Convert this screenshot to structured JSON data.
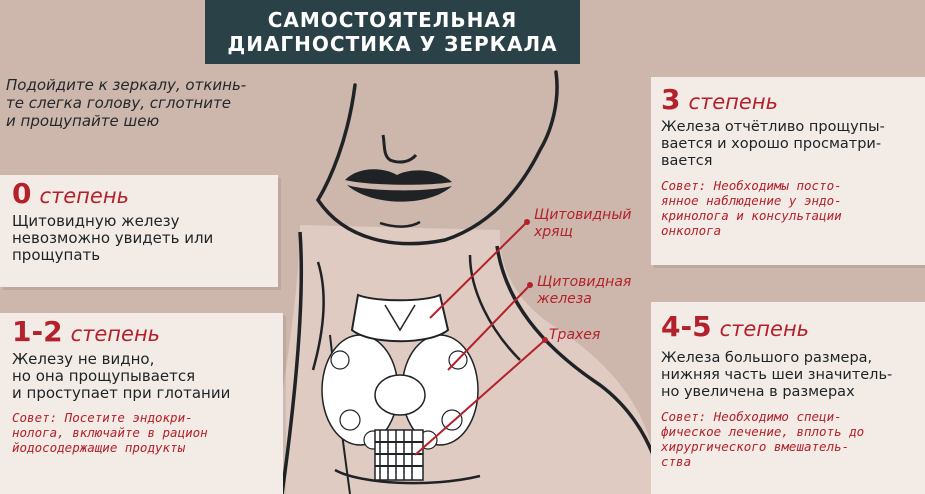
{
  "title": {
    "line1": "САМОСТОЯТЕЛЬНАЯ",
    "line2": "ДИАГНОСТИКА У ЗЕРКАЛА"
  },
  "intro": {
    "line1": "Подойдите к зеркалу, откинь-",
    "line2": "те слегка голову, сглотните",
    "line3": "и прощупайте шею"
  },
  "degree_word": "степень",
  "stages": {
    "s0": {
      "number": "0",
      "desc": [
        "Щитовидную железу",
        "невозможно увидеть или",
        "прощупать"
      ]
    },
    "s12": {
      "number": "1-2",
      "desc": [
        "Железу не видно,",
        "но она прощупывается",
        "и проступает при глотании"
      ],
      "tip": [
        "Совет: Посетите эндокри-",
        "нолога, включайте в рацион",
        "йодосодержащие продукты"
      ]
    },
    "s3": {
      "number": "3",
      "desc": [
        "Железа отчётливо прощупы-",
        "вается и хорошо просматри-",
        "вается"
      ],
      "tip": [
        "Совет: Необходимы посто-",
        "янное наблюдение у эндо-",
        "кринолога и консультации",
        "онколога"
      ]
    },
    "s45": {
      "number": "4-5",
      "desc": [
        "Железа большого размера,",
        "нижняя часть шеи значитель-",
        "но увеличена в размерах"
      ],
      "tip": [
        "Совет: Необходимо специ-",
        "фическое лечение, вплоть до",
        "хирургического вмешатель-",
        "ства"
      ]
    }
  },
  "labels": {
    "cartilage": [
      "Щитовидный",
      "хрящ"
    ],
    "gland": [
      "Щитовидная",
      "железа"
    ],
    "trachea": "Трахея"
  },
  "colors": {
    "background": "#cdb7ac",
    "banner": "#2b4148",
    "card": "#f3ebe5",
    "accent_red": "#b3222c",
    "outline": "#1f2326"
  }
}
